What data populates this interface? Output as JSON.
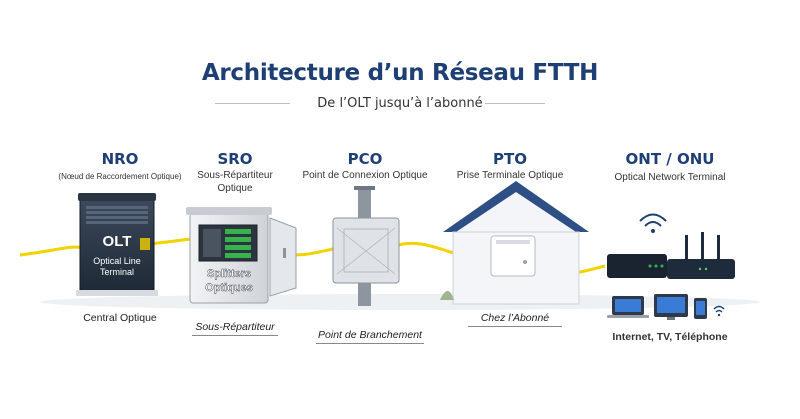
{
  "header": {
    "title": "Architecture d’un Réseau FTTH",
    "subtitle": "De l’OLT jusqu’à l’abonné"
  },
  "stages": [
    {
      "name": "NRO",
      "desc": "(Nœud de Raccordement Optique)",
      "device_label": "OLT",
      "device_sublabel_1": "Optical Line",
      "device_sublabel_2": "Terminal",
      "bottom": "Central Optique"
    },
    {
      "name": "SRO",
      "desc_1": "Sous-Répartiteur",
      "desc_2": "Optique",
      "device_label_1": "Splitters",
      "device_label_2": "Optiques",
      "bottom": "Sous-Répartiteur"
    },
    {
      "name": "PCO",
      "desc": "Point de Connexion Optique",
      "bottom": "Point de Branchement"
    },
    {
      "name": "PTO",
      "desc": "Prise Terminale Optique",
      "bottom": "Chez l’Abonné"
    },
    {
      "name": "ONT / ONU",
      "desc": "Optical Network Terminal",
      "bottom": "Internet, TV, Téléphone"
    }
  ],
  "colors": {
    "title": "#1d3f73",
    "fiber": "#f2d200",
    "cabinet": "#e6e8eb",
    "roof": "#2e4f85",
    "screens": "#3a7bd5"
  }
}
